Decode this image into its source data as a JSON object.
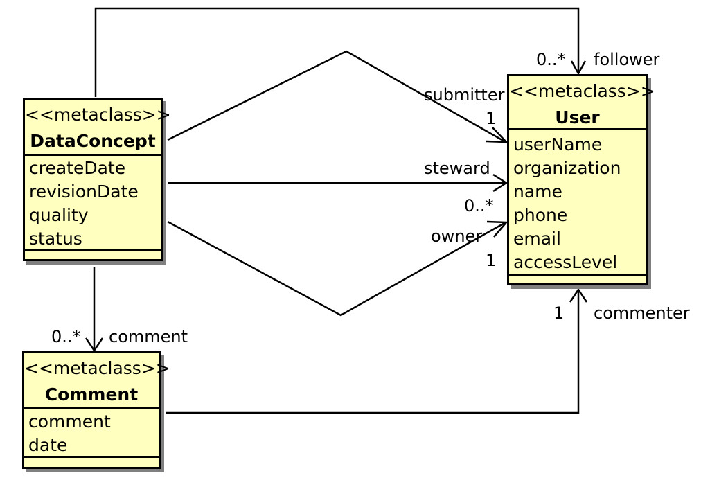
{
  "classes": {
    "dataconcept": {
      "stereotype": "<<metaclass>>",
      "name": "DataConcept",
      "attributes": [
        "createDate",
        "revisionDate",
        "quality",
        "status"
      ]
    },
    "user": {
      "stereotype": "<<metaclass>>",
      "name": "User",
      "attributes": [
        "userName",
        "organization",
        "name",
        "phone",
        "email",
        "accessLevel"
      ]
    },
    "comment": {
      "stereotype": "<<metaclass>>",
      "name": "Comment",
      "attributes": [
        "comment",
        "date"
      ]
    }
  },
  "associations": {
    "follower": {
      "role": "follower",
      "multiplicity": "0..*"
    },
    "submitter": {
      "role": "submitter",
      "multiplicity": "1"
    },
    "steward": {
      "role": "steward"
    },
    "owner": {
      "role": "owner",
      "multiplicity_top": "0..*",
      "multiplicity_bottom": "1"
    },
    "comment": {
      "role": "comment",
      "multiplicity": "0..*"
    },
    "commenter": {
      "role": "commenter",
      "multiplicity": "1"
    }
  }
}
